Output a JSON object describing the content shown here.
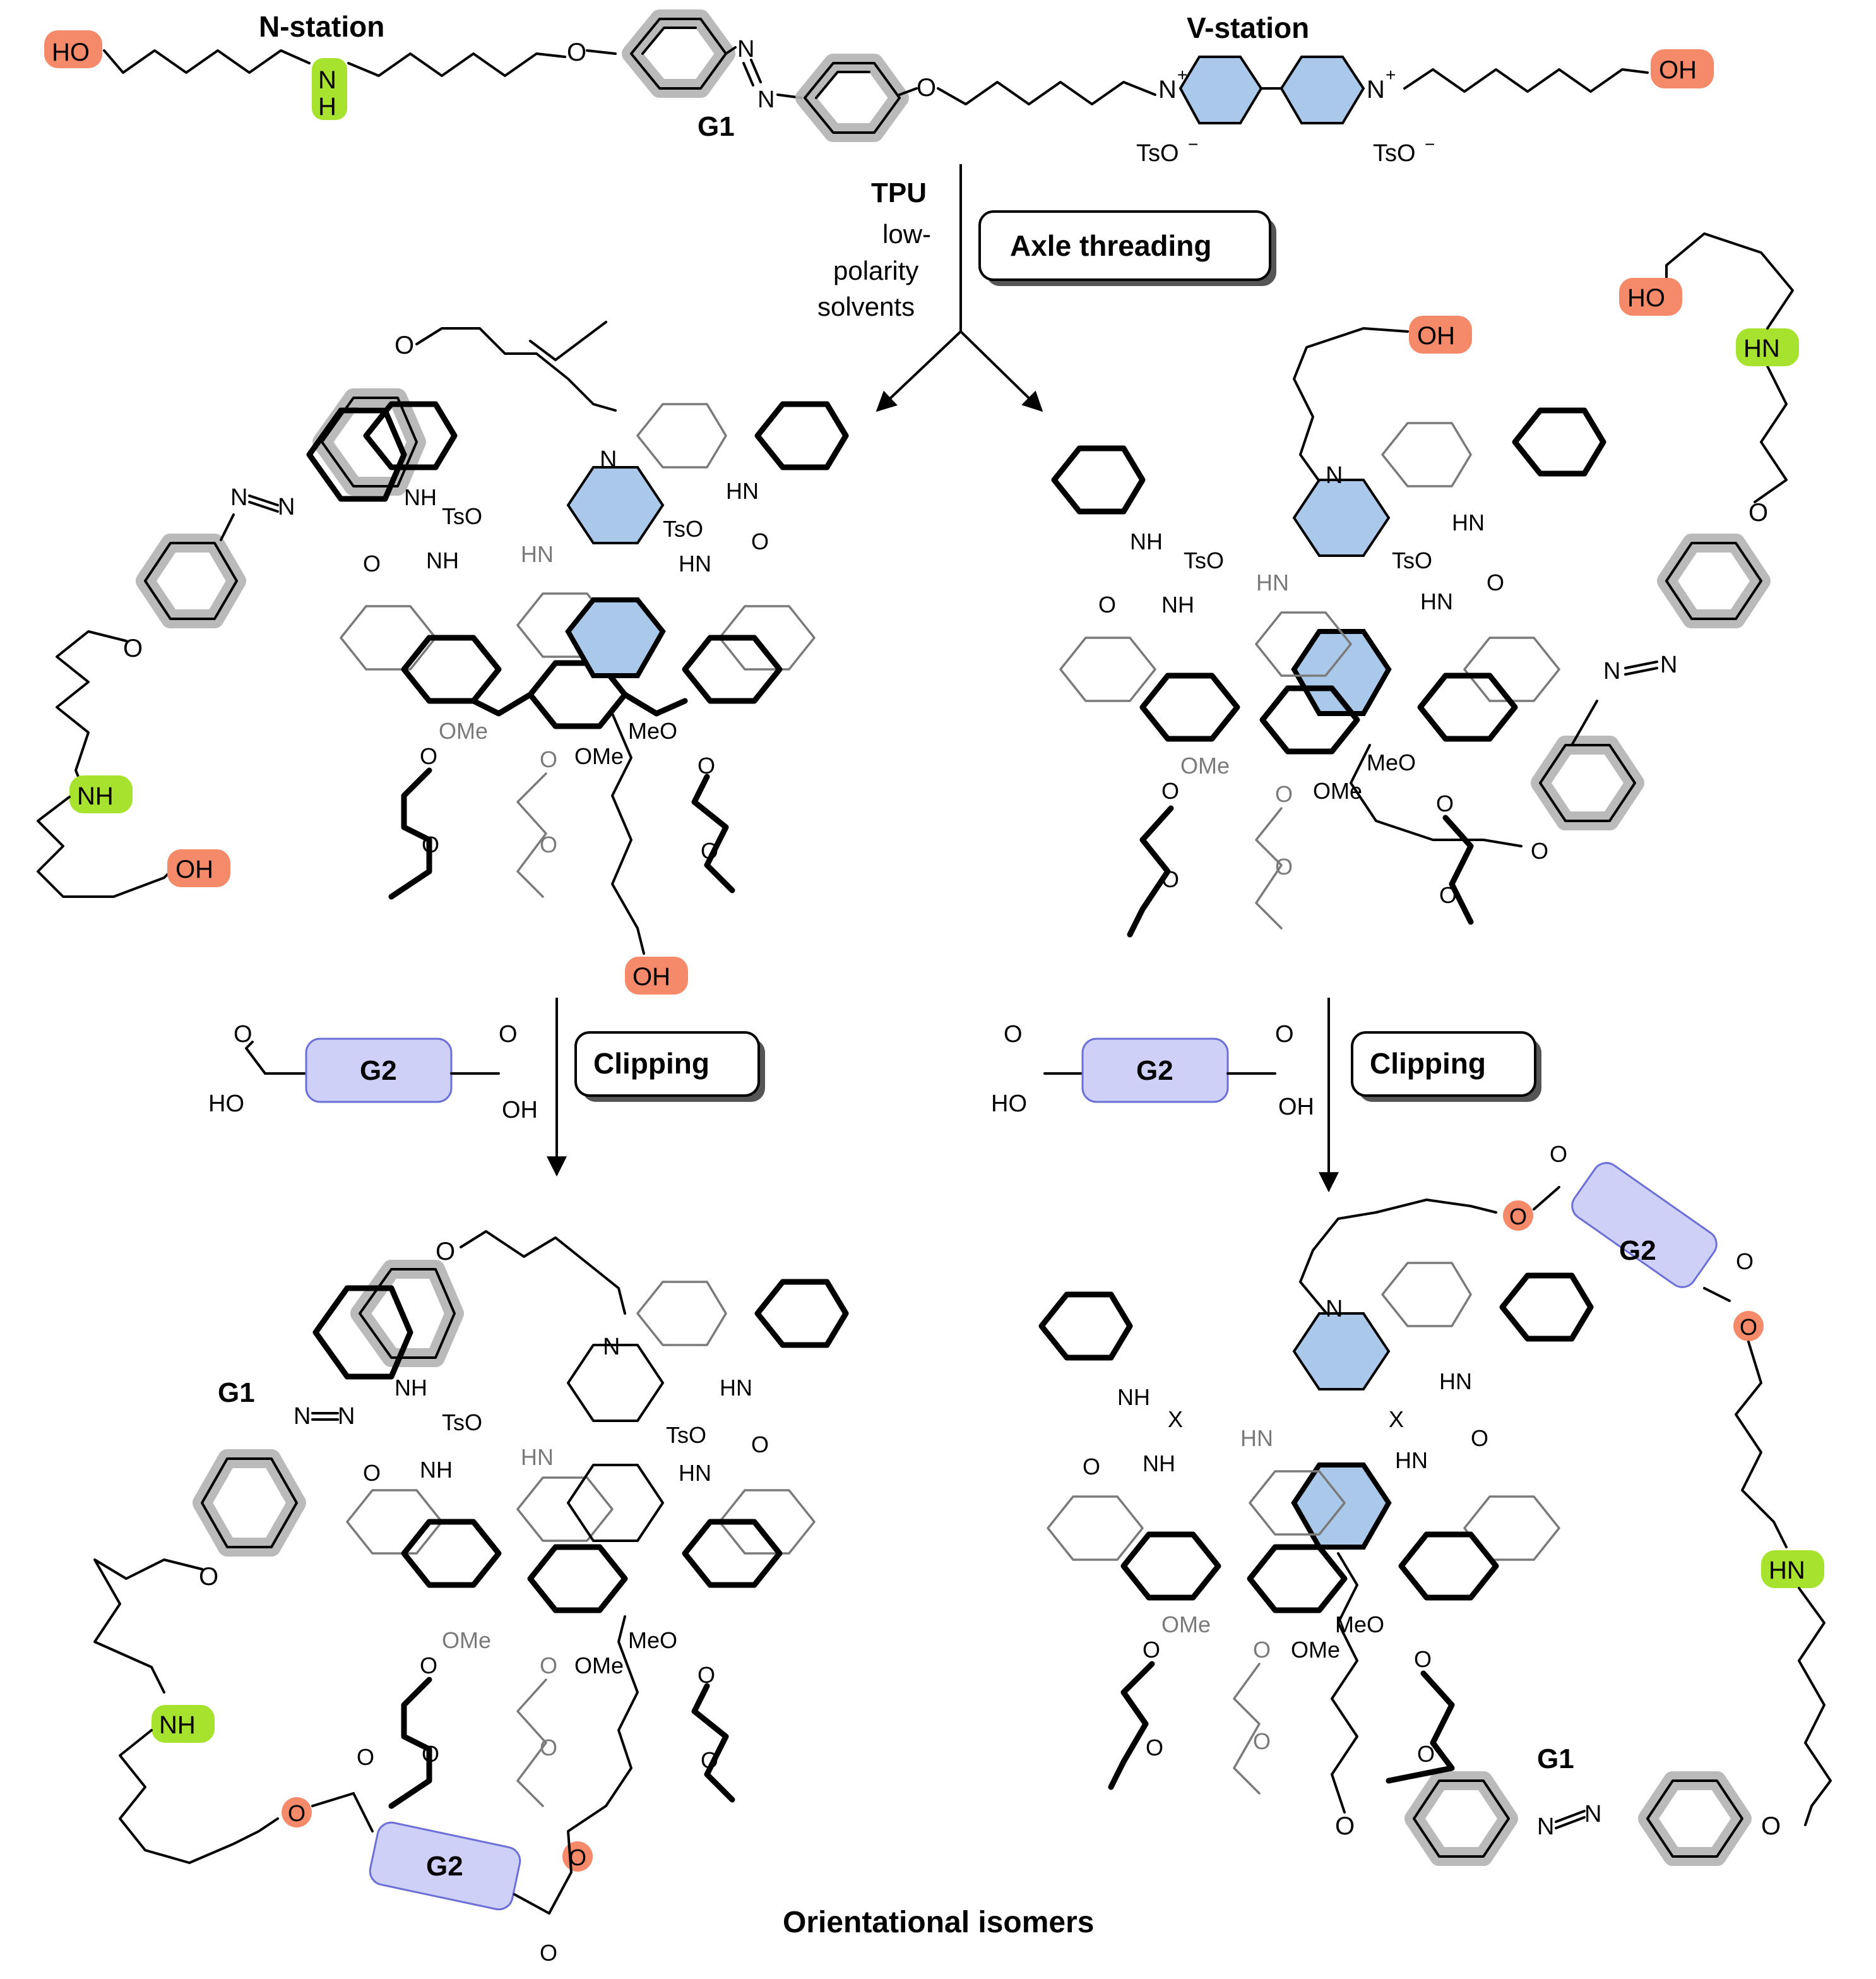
{
  "colors": {
    "oh_highlight": "#f58a6a",
    "nh_highlight": "#a6e22e",
    "pyridinium_fill": "#a9c8ea",
    "g2_fill": "#cfd0f7",
    "g2_stroke": "#6b6fd6",
    "azobenzene_halo": "#b3b3b3",
    "ester_oxygen": "#f58a6a"
  },
  "axle": {
    "n_station_label": "N-station",
    "v_station_label": "V-station",
    "g1_label": "G1",
    "oh_left": "HO",
    "oh_right": "OH",
    "nh_top": "N",
    "nh_bottom": "H",
    "azo_n1": "N",
    "azo_n2": "N",
    "ether_o1": "O",
    "ether_o2": "O",
    "pyr_n1": "N",
    "pyr_n2": "N",
    "charge": "+",
    "counterion1": "TsO",
    "counterion2": "TsO",
    "minus": "−"
  },
  "step1": {
    "reagent_title": "TPU",
    "conditions": [
      "low-",
      "polarity",
      "solvents"
    ],
    "box_label": "Axle threading"
  },
  "step2": {
    "box_label_left": "Clipping",
    "box_label_right": "Clipping",
    "g2_label": "G2",
    "acid_o": "O",
    "acid_ho": "HO",
    "acid_oh": "OH"
  },
  "labels": {
    "oh": "OH",
    "ho": "HO",
    "nh": "NH",
    "hn": "HN",
    "ome": "OMe",
    "meo": "MeO",
    "tso": "TsO",
    "x": "X",
    "n": "N",
    "o": "O",
    "g1": "G1",
    "g2": "G2",
    "bottom_caption": "Orientational isomers"
  },
  "icons": [
    "azobenzene-unit",
    "bipyridinium-unit",
    "calixarene-wheel",
    "g2-stopper"
  ]
}
